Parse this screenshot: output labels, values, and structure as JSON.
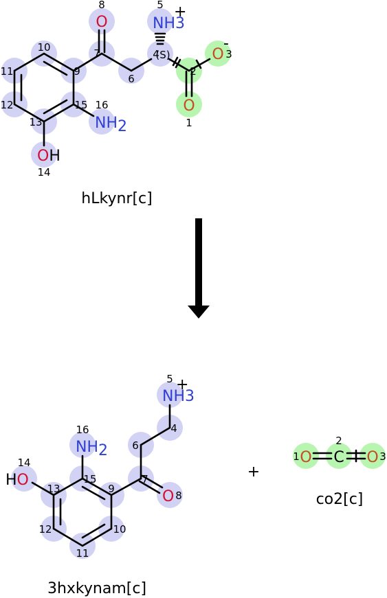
{
  "colors": {
    "highlight_blue": "#d2d2f5",
    "highlight_green": "#b8f5b0",
    "nitrogen": "#3040d0",
    "oxygen": "#d01030",
    "oxygen_alt": "#c05020",
    "bond": "#000000"
  },
  "reactant": {
    "name": "hLkynr[c]",
    "stereo": "(S)",
    "atoms": {
      "o8": "O",
      "n5": "NH",
      "n5_sub": "3",
      "n5_charge": "+",
      "o3": "O",
      "o3_charge": "-",
      "o1": "O",
      "n16": "NH",
      "n16_sub": "2",
      "o14": "O",
      "o14_h": "H"
    },
    "numbers": {
      "n1": "1",
      "n2": "2",
      "n3": "3",
      "n4": "4",
      "n5": "5",
      "n6": "6",
      "n7": "7",
      "n8": "8",
      "n9": "9",
      "n10": "10",
      "n11": "11",
      "n12": "12",
      "n13": "13",
      "n14": "14",
      "n15": "15",
      "n16": "16"
    }
  },
  "product1": {
    "name": "3hxkynam[c]",
    "atoms": {
      "n5": "NH",
      "n5_sub": "3",
      "n5_charge": "+",
      "n16": "NH",
      "n16_sub": "2",
      "o14": "O",
      "o14_h": "H",
      "o8": "O"
    },
    "numbers": {
      "n4": "4",
      "n5": "5",
      "n6": "6",
      "n7": "7",
      "n8": "8",
      "n9": "9",
      "n10": "10",
      "n11": "11",
      "n12": "12",
      "n13": "13",
      "n14": "14",
      "n15": "15",
      "n16": "16"
    }
  },
  "product2": {
    "name": "co2[c]",
    "atoms": {
      "o1": "O",
      "c2": "C",
      "o3": "O"
    },
    "numbers": {
      "n1": "1",
      "n2": "2",
      "n3": "3"
    }
  },
  "plus_sign": "+"
}
